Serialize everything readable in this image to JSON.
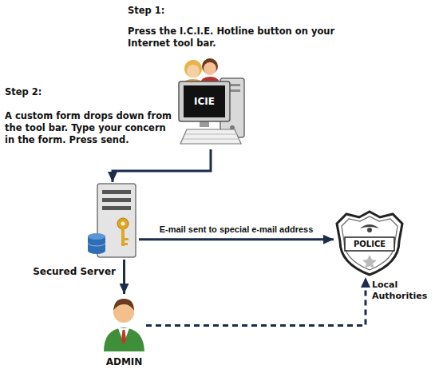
{
  "diagram": {
    "nodes": [
      {
        "text": [
          "ICIE"
        ]
      },
      {
        "text": [
          "Secured Server"
        ]
      },
      {
        "text": [
          "POLICE",
          "Local Authorities"
        ]
      },
      {
        "text": [
          "ADMIN"
        ]
      }
    ],
    "edges": [
      {
        "from": 0,
        "to": 1,
        "arrow": "to"
      },
      {
        "from": 1,
        "to": 2,
        "label": "E-mail sent to special e-mail address",
        "arrow": "to"
      },
      {
        "from": 1,
        "to": 3,
        "arrow": "to"
      },
      {
        "from": 3,
        "to": 2,
        "arrow": "to"
      }
    ],
    "labels": [
      "Step 1:",
      "Press the I.C.I.E. Hotline button on your Internet tool bar.",
      "Step 2:",
      "A custom form drops down from the tool bar. Type your concern in the form. Press send."
    ]
  }
}
